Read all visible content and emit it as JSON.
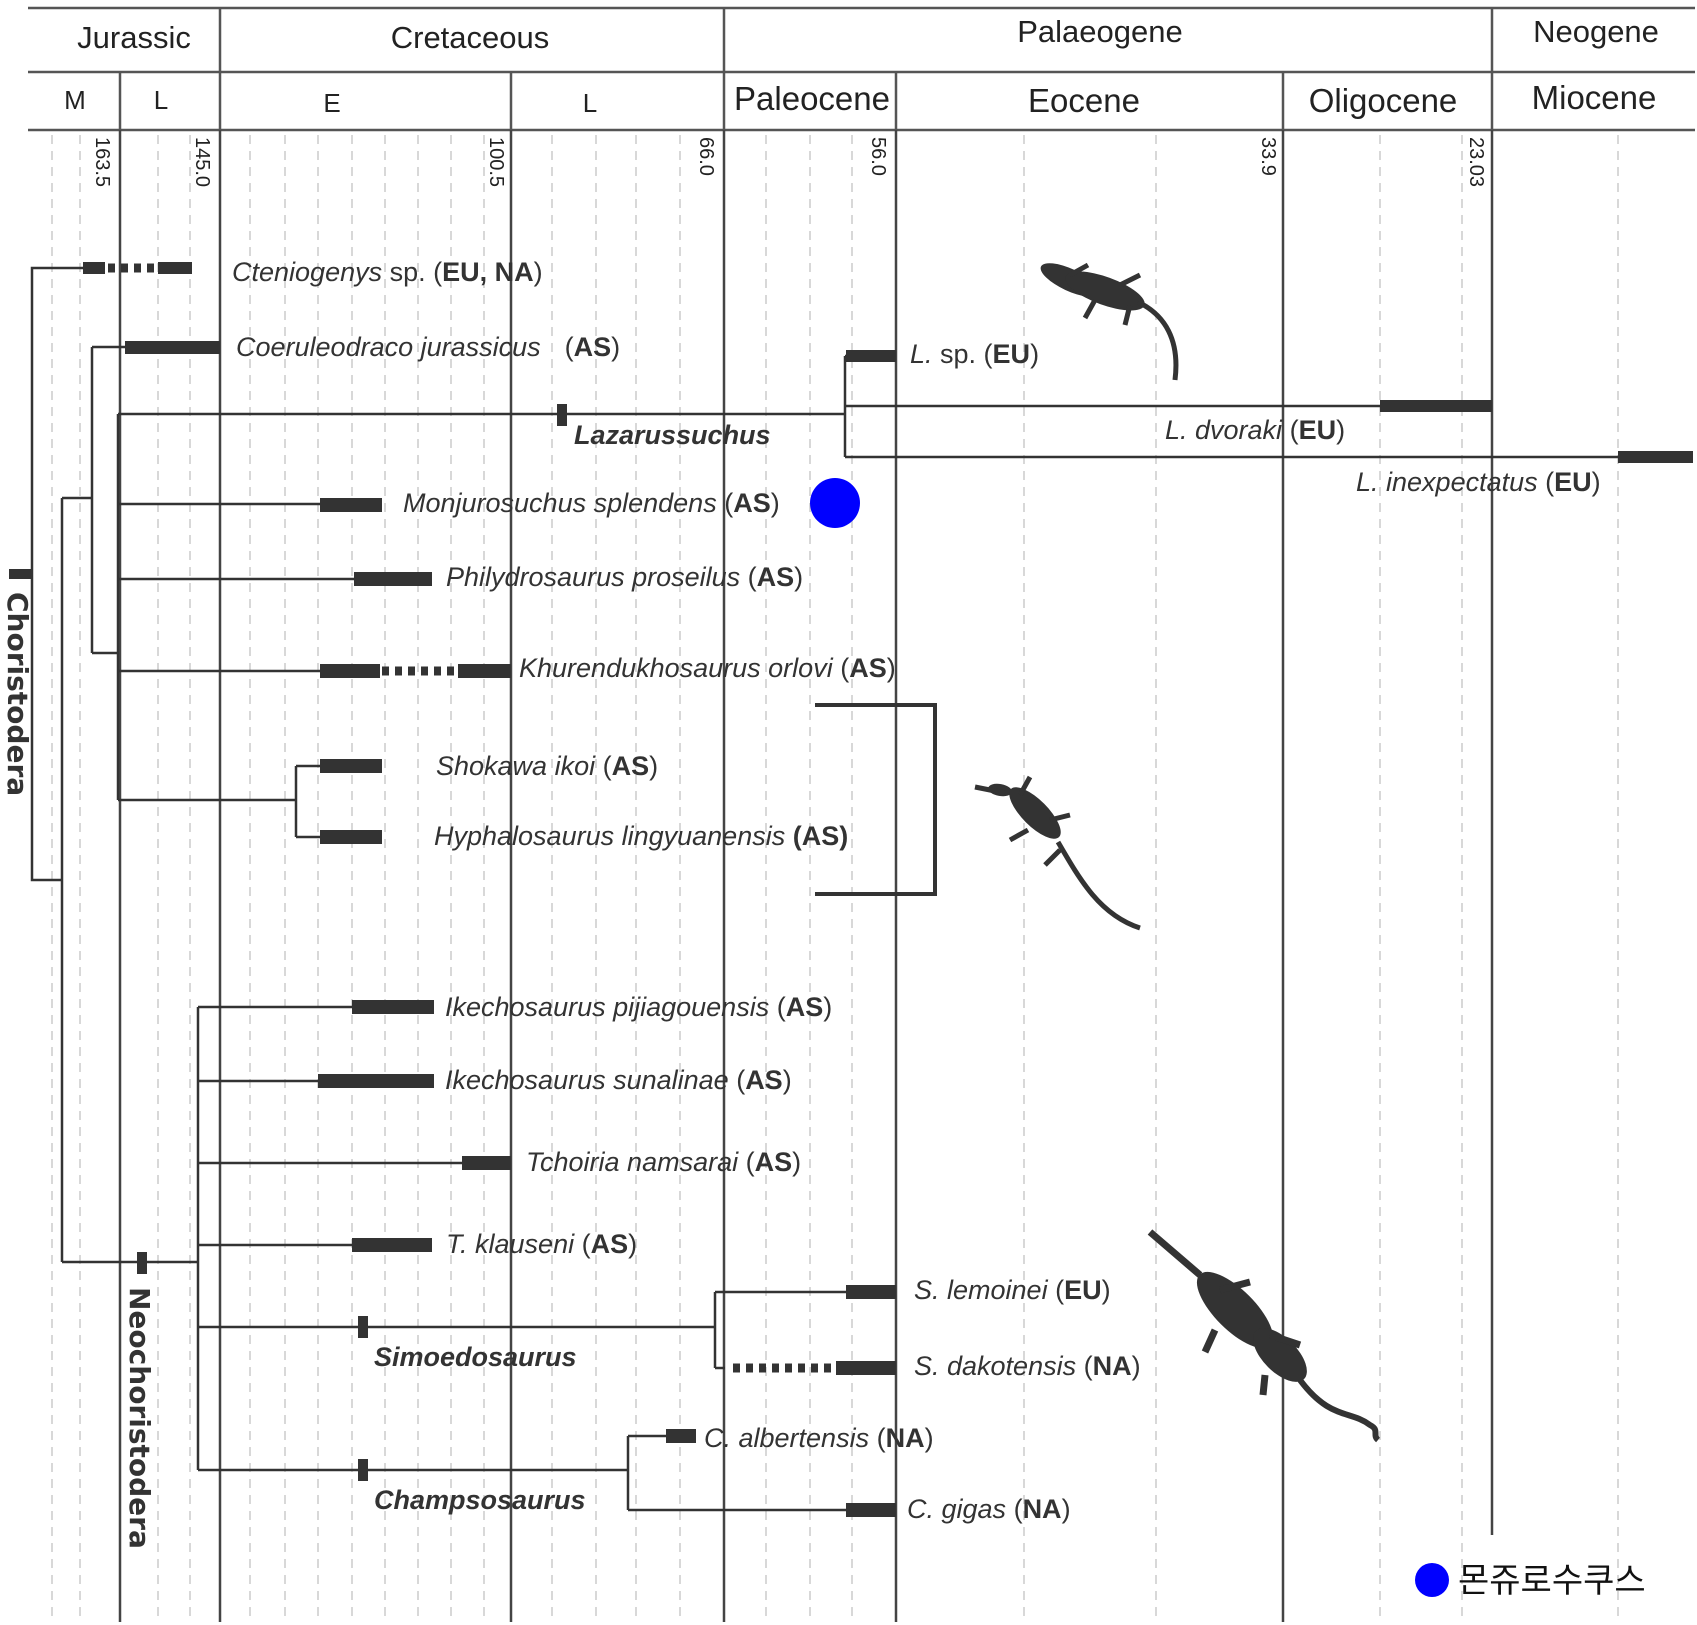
{
  "periods": [
    {
      "name": "Jurassic"
    },
    {
      "name": "Cretaceous"
    },
    {
      "name": "Palaeogene"
    },
    {
      "name": "Neogene"
    }
  ],
  "epochs": [
    {
      "name": "M"
    },
    {
      "name": "L"
    },
    {
      "name": "E"
    },
    {
      "name": "L"
    },
    {
      "name": "Paleocene"
    },
    {
      "name": "Eocene"
    },
    {
      "name": "Oligocene"
    },
    {
      "name": "Miocene"
    }
  ],
  "ticks": [
    "163.5",
    "145.0",
    "100.5",
    "66.0",
    "56.0",
    "33.9",
    "23.03"
  ],
  "taxa": {
    "cteniogenys": {
      "name": "Cteniogenys",
      "rest": " sp. (",
      "region": "EU, NA",
      "close": ")"
    },
    "coeruleodraco": {
      "name": "Coeruleodraco jurassicus",
      "region_open": "(",
      "region": "AS",
      "close": ")"
    },
    "l_sp": {
      "name": "L.",
      "rest": " sp. (",
      "region": "EU",
      "close": ")"
    },
    "l_dvoraki": {
      "name": "L. dvoraki",
      "region_open": " (",
      "region": "EU",
      "close": ")"
    },
    "l_inexpectatus": {
      "name": "L. inexpectatus",
      "region_open": " (",
      "region": "EU",
      "close": ")"
    },
    "monjurosuchus": {
      "name": "Monjurosuchus splendens",
      "region_open": " (",
      "region": "AS",
      "close": ")"
    },
    "philydrosaurus": {
      "name": "Philydrosaurus proseilus",
      "region_open": " (",
      "region": "AS",
      "close": ")"
    },
    "khurendukhosaurus": {
      "name": "Khurendukhosaurus orlovi",
      "region_open": " (",
      "region": "AS",
      "close": ")"
    },
    "shokawa": {
      "name": "Shokawa ikoi",
      "region_open": " (",
      "region": "AS",
      "close": ")"
    },
    "hyphalosaurus": {
      "name": "Hyphalosaurus lingyuanensis",
      "region_open": " ",
      "region": "(AS)",
      "close": ""
    },
    "ikecho_pij": {
      "name": "Ikechosaurus pijiagouensis",
      "region_open": " (",
      "region": "AS",
      "close": ")"
    },
    "ikecho_sun": {
      "name": "Ikechosaurus sunalinae",
      "region_open": " (",
      "region": "AS",
      "close": ")"
    },
    "tchoiria": {
      "name": "Tchoiria namsarai",
      "region_open": " (",
      "region": "AS",
      "close": ")"
    },
    "t_klauseni": {
      "name": "T. klauseni",
      "region_open": " (",
      "region": "AS",
      "close": ")"
    },
    "s_lemoinei": {
      "name": "S. lemoinei",
      "region_open": " (",
      "region": "EU",
      "close": ")"
    },
    "s_dakotensis": {
      "name": "S. dakotensis",
      "region_open": " (",
      "region": "NA",
      "close": ")"
    },
    "c_albertensis": {
      "name": "C. albertensis",
      "region_open": " (",
      "region": "NA",
      "close": ")"
    },
    "c_gigas": {
      "name": "C. gigas",
      "region_open": " (",
      "region": "NA",
      "close": ")"
    }
  },
  "clades": {
    "lazarussuchus": "Lazarussuchus",
    "simoedosaurus": "Simoedosaurus",
    "champsosaurus": "Champsosaurus",
    "choristodera": "Choristodera",
    "neochoristodera": "Neochoristodera"
  },
  "legend": {
    "label": "몬쥬로수쿠스",
    "color": "#0000ff"
  },
  "marker_color": "#0000ff"
}
